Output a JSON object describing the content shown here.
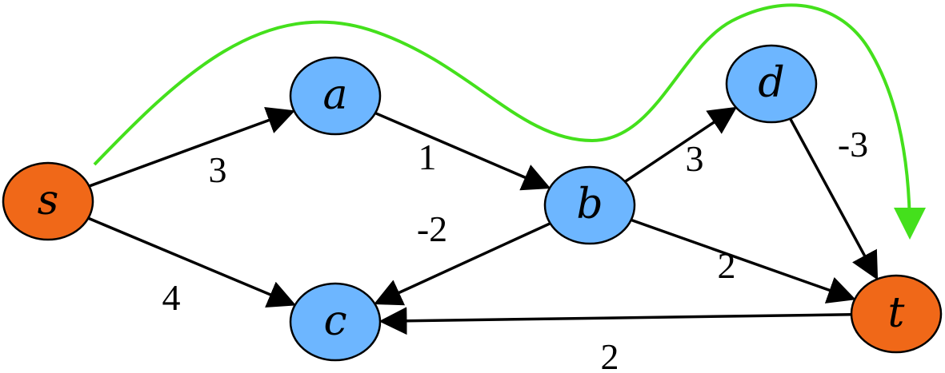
{
  "colors": {
    "source_sink_fill": "#f06818",
    "internal_fill": "#6db6ff",
    "node_stroke": "#000000",
    "edge": "#000000",
    "path_highlight": "#44e01c"
  },
  "nodes": {
    "s": {
      "label": "s",
      "kind": "source"
    },
    "a": {
      "label": "a",
      "kind": "internal"
    },
    "b": {
      "label": "b",
      "kind": "internal"
    },
    "c": {
      "label": "c",
      "kind": "internal"
    },
    "d": {
      "label": "d",
      "kind": "internal"
    },
    "t": {
      "label": "t",
      "kind": "sink"
    }
  },
  "edges": [
    {
      "from": "s",
      "to": "a",
      "weight": "3"
    },
    {
      "from": "s",
      "to": "c",
      "weight": "4"
    },
    {
      "from": "a",
      "to": "b",
      "weight": "1"
    },
    {
      "from": "b",
      "to": "c",
      "weight": "-2"
    },
    {
      "from": "b",
      "to": "d",
      "weight": "3"
    },
    {
      "from": "b",
      "to": "t",
      "weight": "2"
    },
    {
      "from": "d",
      "to": "t",
      "weight": "-3"
    },
    {
      "from": "t",
      "to": "c",
      "weight": "2"
    }
  ]
}
